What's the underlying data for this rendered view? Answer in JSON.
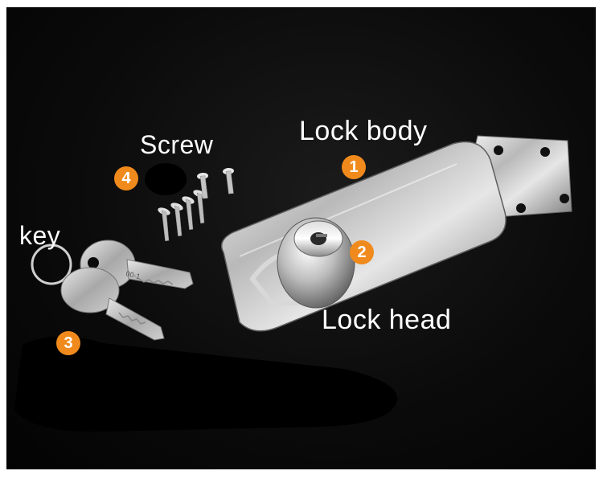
{
  "labels": {
    "lock_body": "Lock body",
    "screw": "Screw",
    "key": "key",
    "lock_head": "Lock head"
  },
  "badges": {
    "one": "1",
    "two": "2",
    "three": "3",
    "four": "4"
  },
  "key_engraving": "00-1",
  "colors": {
    "background": "#0b0b0b",
    "badge": "#f08a1c",
    "label_text": "#ffffff"
  }
}
